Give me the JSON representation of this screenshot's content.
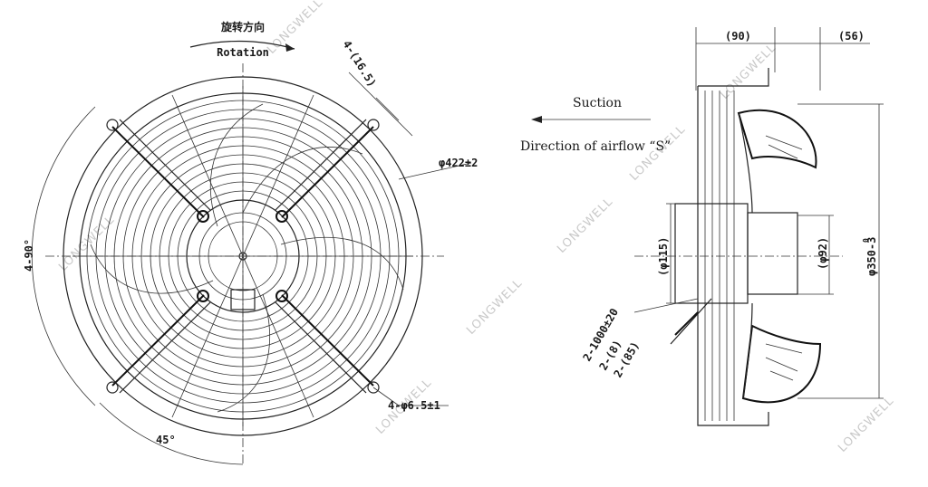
{
  "front_view": {
    "rotation_cn": "旋转方向",
    "rotation_en": "Rotation",
    "slot_dim": "4-(16.5)",
    "diameter": "φ422±2",
    "angle_90": "4-90°",
    "angle_45": "45°",
    "holes": "4-φ6.5±1"
  },
  "side_view": {
    "suction": "Suction",
    "airflow": "Direction of airflow “S”",
    "dim_90": "(90)",
    "dim_56": "(56)",
    "dim_115": "(φ115)",
    "dim_92": "(φ92)",
    "dim_350": "φ350-3",
    "dim_350_sup": "0",
    "cable_1": "2-1000±20",
    "cable_2": "2-(8)",
    "cable_3": "2-(85)"
  },
  "watermark": "LONGWELL"
}
